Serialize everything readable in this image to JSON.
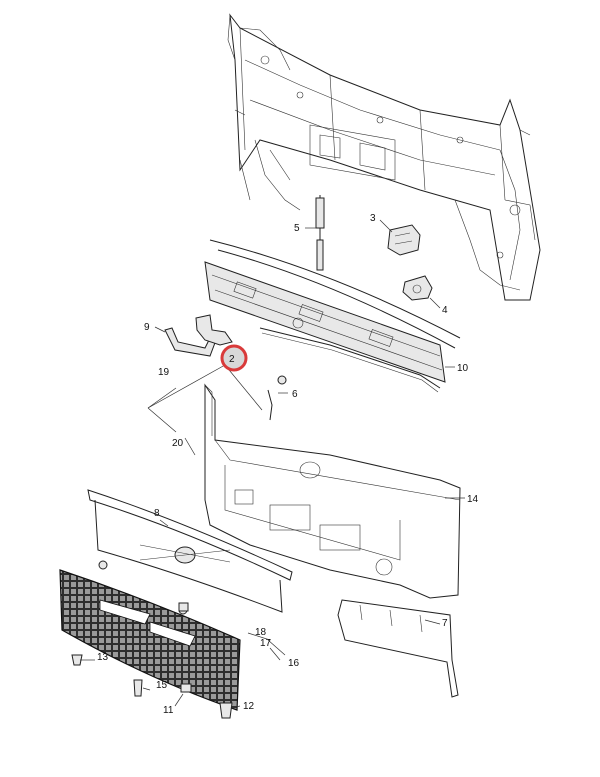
{
  "callouts": {
    "c1": "2",
    "c2": "3",
    "c3": "4",
    "c4": "5",
    "c5": "6",
    "c6": "7",
    "c7": "8",
    "c8": "9",
    "c9": "10",
    "c10": "11",
    "c11": "12",
    "c12": "13",
    "c13": "14",
    "c14": "15",
    "c15": "16",
    "c16": "17",
    "c17": "18",
    "c18": "19",
    "c19": "20"
  },
  "highlight_color": "#d93a3a"
}
